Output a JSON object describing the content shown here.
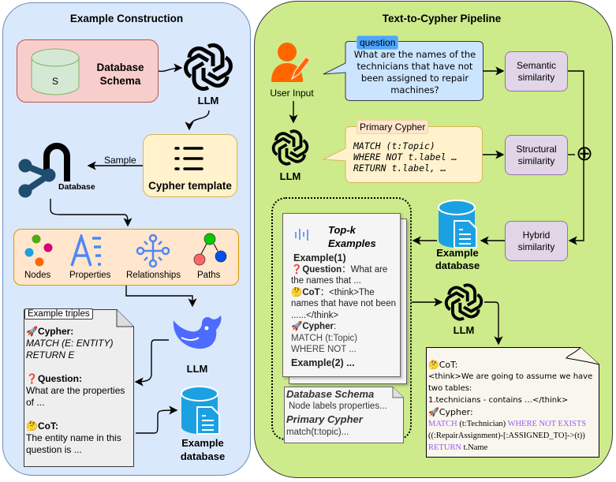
{
  "left_panel": {
    "title": "Example Construction",
    "schema_box": {
      "cylinder_label": "S",
      "title_line1": "Database",
      "title_line2": "Schema"
    },
    "llm_top": {
      "label": "LLM"
    },
    "cypher_template": {
      "label": "Cypher template"
    },
    "sample_edge_label": "Sample",
    "database": {
      "label": "Database"
    },
    "graph_elements": [
      {
        "label": "Nodes",
        "icon": "nodes-icon"
      },
      {
        "label": "Properties",
        "icon": "properties-icon"
      },
      {
        "label": "Relationships",
        "icon": "relationships-icon"
      },
      {
        "label": "Paths",
        "icon": "paths-icon"
      }
    ],
    "example_triples": {
      "tag": "Example triples",
      "cypher_emoji": "🚀",
      "cypher_heading": "Cypher:",
      "cypher_lines": [
        "MATCH (E: ENTITY)",
        "RETURN E"
      ],
      "question_emoji": "❓",
      "question_heading": "Question:",
      "question_text": "What are the properties of ...",
      "cot_emoji": "🤔",
      "cot_heading": "CoT:",
      "cot_text": "The entity name in this question is ..."
    },
    "llm_deepseek": {
      "label": "LLM"
    },
    "example_db": {
      "line1": "Example",
      "line2": "database"
    }
  },
  "right_panel": {
    "title": "Text-to-Cypher Pipeline",
    "user_input": {
      "label": "User Input"
    },
    "question_bubble": {
      "tag": "question",
      "text_lines": [
        "What are the names of the",
        "technicians that have not",
        "been assigned to repair",
        "machines?"
      ]
    },
    "llm_primary": {
      "label": "LLM"
    },
    "primary_cypher": {
      "tag": "Primary Cypher",
      "lines": [
        "MATCH (t:Topic)",
        "WHERE NOT t.label …",
        "RETURN t.label, …"
      ]
    },
    "similarities": {
      "semantic": [
        "Semantic",
        "similarity"
      ],
      "structural": [
        "Structural",
        "similarity"
      ],
      "hybrid": [
        "Hybrid",
        "similarity"
      ]
    },
    "combine_symbol": "⊕",
    "example_db": {
      "line1": "Example",
      "line2": "database"
    },
    "topk": {
      "title_line1": "Top-k",
      "title_line2": "Examples",
      "example1_heading": "Example(1)",
      "question_emoji": "❓",
      "question_heading": "Question",
      "question_text": "：What are the names that ...",
      "cot_emoji": "🤔",
      "cot_heading": "CoT",
      "cot_text": "：<think>The names that have not been ......</think>",
      "cypher_emoji": "🚀",
      "cypher_heading": "Cypher",
      "cypher_colon": ":",
      "cypher_lines": [
        "MATCH (t:Topic)",
        "WHERE NOT ..."
      ],
      "example2_heading": "Example(2) ..."
    },
    "schema_note": {
      "schema_heading": "Database Schema",
      "schema_text": "Node labels properties...",
      "cypher_heading": "Primary Cypher",
      "cypher_text": "match(t:topic)..."
    },
    "llm_final": {
      "label": "LLM"
    },
    "output_note": {
      "cot_emoji": "🤔",
      "cot_heading": "CoT:",
      "cot_lines": [
        "<think>We are going to assume we have",
        "two tables:",
        "1.technicians - contains …</think>"
      ],
      "cypher_emoji": "🚀",
      "cypher_heading": "Cypher:",
      "kw_match": "MATCH",
      "match_rest": " (t:Technician) ",
      "kw_where": "WHERE NOT EXISTS",
      "line2": "((:RepairAssignment)-[:ASSIGNED_TO]->(t))",
      "kw_return": "RETURN",
      "return_rest": " t.Name"
    }
  },
  "colors": {
    "left_bg": "#dae8fc",
    "right_bg": "#cdeb8b",
    "schema_bg": "#f8cecc",
    "template_bg": "#fff2cc",
    "graph_bg": "#ffe6cc",
    "similarity_bg": "#e1d5e7",
    "question_bg": "#cce5ff",
    "question_tag": "#4da6ff",
    "keyword": "#9b59f6",
    "user_icon": "#ff6600",
    "db_icon": "#1ba1e2"
  }
}
